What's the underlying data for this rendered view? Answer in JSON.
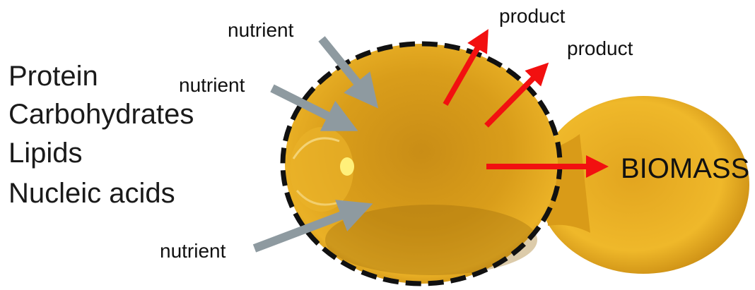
{
  "macromolecules": [
    "Protein",
    "Carbohydrates",
    "Lipids",
    "Nucleic acids"
  ],
  "nutrient_labels": [
    "nutrient",
    "nutrient",
    "nutrient"
  ],
  "product_labels": [
    "product",
    "product"
  ],
  "biomass_label": "BIOMASS",
  "colors": {
    "cell_fill_light": "#f2be2a",
    "cell_fill_dark": "#b07a10",
    "nutrient_arrow": "#8e9aa0",
    "product_arrow": "#f21010",
    "membrane_outline": "#111111",
    "text": "#111111"
  }
}
